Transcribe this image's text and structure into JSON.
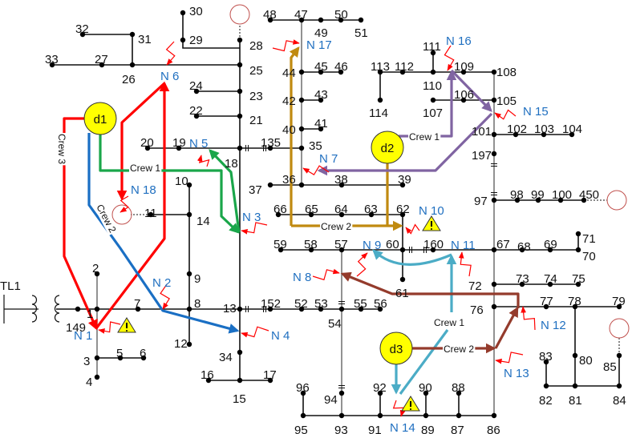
{
  "title_source": "TL1",
  "buses": [
    "1",
    "2",
    "3",
    "4",
    "5",
    "6",
    "7",
    "8",
    "9",
    "10",
    "11",
    "12",
    "13",
    "14",
    "15",
    "16",
    "17",
    "18",
    "19",
    "20",
    "21",
    "22",
    "23",
    "24",
    "25",
    "26",
    "27",
    "28",
    "29",
    "30",
    "31",
    "32",
    "33",
    "34",
    "35",
    "36",
    "37",
    "38",
    "39",
    "40",
    "41",
    "42",
    "43",
    "44",
    "45",
    "46",
    "47",
    "48",
    "49",
    "50",
    "51",
    "52",
    "53",
    "54",
    "55",
    "56",
    "57",
    "58",
    "59",
    "60",
    "61",
    "62",
    "63",
    "64",
    "65",
    "66",
    "67",
    "68",
    "69",
    "70",
    "71",
    "72",
    "73",
    "74",
    "75",
    "76",
    "77",
    "78",
    "79",
    "80",
    "81",
    "82",
    "83",
    "84",
    "85",
    "86",
    "87",
    "88",
    "89",
    "90",
    "91",
    "92",
    "93",
    "94",
    "95",
    "96",
    "97",
    "98",
    "99",
    "100",
    "101",
    "102",
    "103",
    "104",
    "105",
    "106",
    "107",
    "108",
    "109",
    "110",
    "111",
    "112",
    "113",
    "114",
    "135",
    "149",
    "152",
    "160",
    "197",
    "450"
  ],
  "faults": [
    "N 1",
    "N 2",
    "N 3",
    "N 4",
    "N 5",
    "N 6",
    "N 7",
    "N 8",
    "N 9",
    "N 10",
    "N 11",
    "N 12",
    "N 13",
    "N 14",
    "N 15",
    "N 16",
    "N 17",
    "N 18"
  ],
  "depots": [
    "d1",
    "d2",
    "d3"
  ],
  "crews": {
    "crew1": "Crew 1",
    "crew2": "Crew 2",
    "crew3": "Crew 3"
  },
  "colors": {
    "depot": "#ffff00",
    "crew_d1_3": "#ff0000",
    "crew_d1_2": "#1a6fc4",
    "crew_d1_1": "#1aa64a",
    "crew_d2_2": "#c08a10",
    "crew_d2_1": "#8064a2",
    "crew_d3_1": "#4bacc6",
    "crew_d3_2": "#943b2c",
    "fault": "#1f6fc0"
  }
}
